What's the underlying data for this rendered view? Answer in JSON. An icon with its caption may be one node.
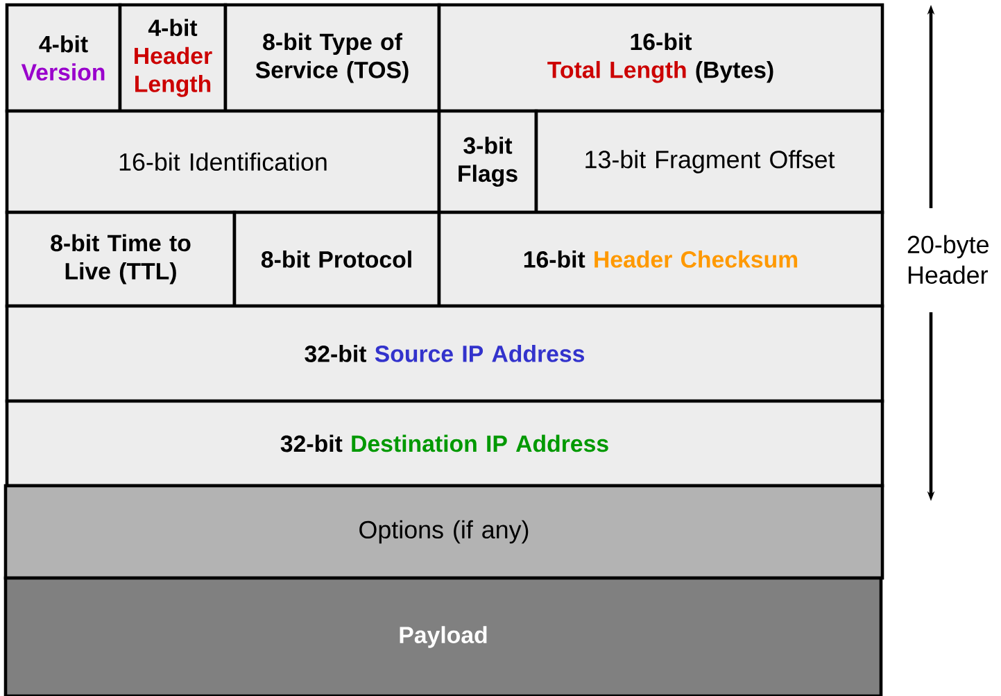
{
  "diagram": {
    "nodes": [
      {
        "text": [
          "4-bit",
          "Version"
        ]
      },
      {
        "text": [
          "4-bit",
          "Header Length"
        ]
      },
      {
        "text": [
          "8-bit Type of Service (TOS)"
        ]
      },
      {
        "text": [
          "16-bit",
          "Total Length",
          "(Bytes)"
        ]
      },
      {
        "text": [
          "16-bit Identification"
        ]
      },
      {
        "text": [
          "3-bit Flags"
        ]
      },
      {
        "text": [
          "13-bit Fragment Offset"
        ]
      },
      {
        "text": [
          "8-bit Time to Live (TTL)"
        ]
      },
      {
        "text": [
          "8-bit Protocol"
        ]
      },
      {
        "text": [
          "16-bit",
          "Header Checksum"
        ]
      },
      {
        "text": [
          "32-bit",
          "Source IP Address"
        ]
      },
      {
        "text": [
          "32-bit",
          "Destination IP Address"
        ]
      },
      {
        "text": [
          "Options (if any)"
        ]
      },
      {
        "text": [
          "Payload"
        ]
      }
    ],
    "edges": [],
    "labels": [
      "20-byte Header"
    ]
  }
}
